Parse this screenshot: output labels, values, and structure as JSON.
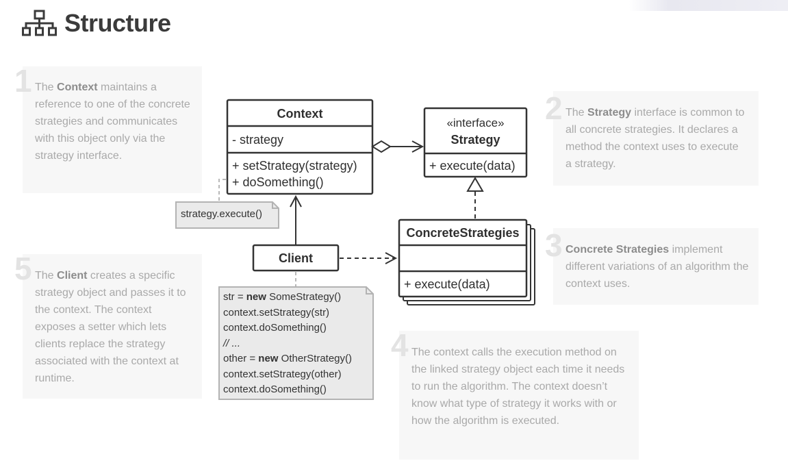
{
  "header": {
    "title": "Structure",
    "icon": "hierarchy-icon"
  },
  "notes": [
    {
      "id": "1",
      "num": "1",
      "parts": [
        {
          "t": "The ",
          "b": false
        },
        {
          "t": "Context",
          "b": true
        },
        {
          "t": " maintains a reference to one of the concrete strategies and communicates with this object only via the strategy interface.",
          "b": false
        }
      ]
    },
    {
      "id": "2",
      "num": "2",
      "parts": [
        {
          "t": "The ",
          "b": false
        },
        {
          "t": "Strategy",
          "b": true
        },
        {
          "t": " interface is common to all concrete strategies. It declares a method the context uses to execute a strategy.",
          "b": false
        }
      ]
    },
    {
      "id": "3",
      "num": "3",
      "parts": [
        {
          "t": "Concrete Strategies",
          "b": true
        },
        {
          "t": " implement different variations of an algorithm the context uses.",
          "b": false
        }
      ]
    },
    {
      "id": "4",
      "num": "4",
      "parts": [
        {
          "t": "The context calls the execution method on the linked strategy object each time it needs to run the algorithm. The context doesn’t know what type of strategy it works with or how the algorithm is executed.",
          "b": false
        }
      ]
    },
    {
      "id": "5",
      "num": "5",
      "parts": [
        {
          "t": "The ",
          "b": false
        },
        {
          "t": "Client",
          "b": true
        },
        {
          "t": " creates a specific strategy object and passes it to the context. The context exposes a setter which lets clients replace the strategy associated with the context at runtime.",
          "b": false
        }
      ]
    }
  ],
  "diagram": {
    "context": {
      "name": "Context",
      "fields": [
        "- strategy"
      ],
      "methods": [
        "+ setStrategy(strategy)",
        "+ doSomething()"
      ]
    },
    "strategy": {
      "stereotype": "«interface»",
      "name": "Strategy",
      "methods": [
        "+ execute(data)"
      ]
    },
    "concrete": {
      "name": "ConcreteStrategies",
      "methods": [
        "+ execute(data)"
      ]
    },
    "client": {
      "name": "Client"
    },
    "strategy_note": "strategy.execute()",
    "client_code": [
      [
        {
          "t": "str = ",
          "b": false
        },
        {
          "t": "new",
          "b": true
        },
        {
          "t": " SomeStrategy()",
          "b": false
        }
      ],
      [
        {
          "t": "context.setStrategy(str)",
          "b": false
        }
      ],
      [
        {
          "t": "context.doSomething()",
          "b": false
        }
      ],
      [
        {
          "t": "// ...",
          "b": false,
          "i": true
        }
      ],
      [
        {
          "t": "other = ",
          "b": false
        },
        {
          "t": "new",
          "b": true
        },
        {
          "t": " OtherStrategy()",
          "b": false
        }
      ],
      [
        {
          "t": "context.setStrategy(other)",
          "b": false
        }
      ],
      [
        {
          "t": "context.doSomething()",
          "b": false
        }
      ]
    ]
  }
}
